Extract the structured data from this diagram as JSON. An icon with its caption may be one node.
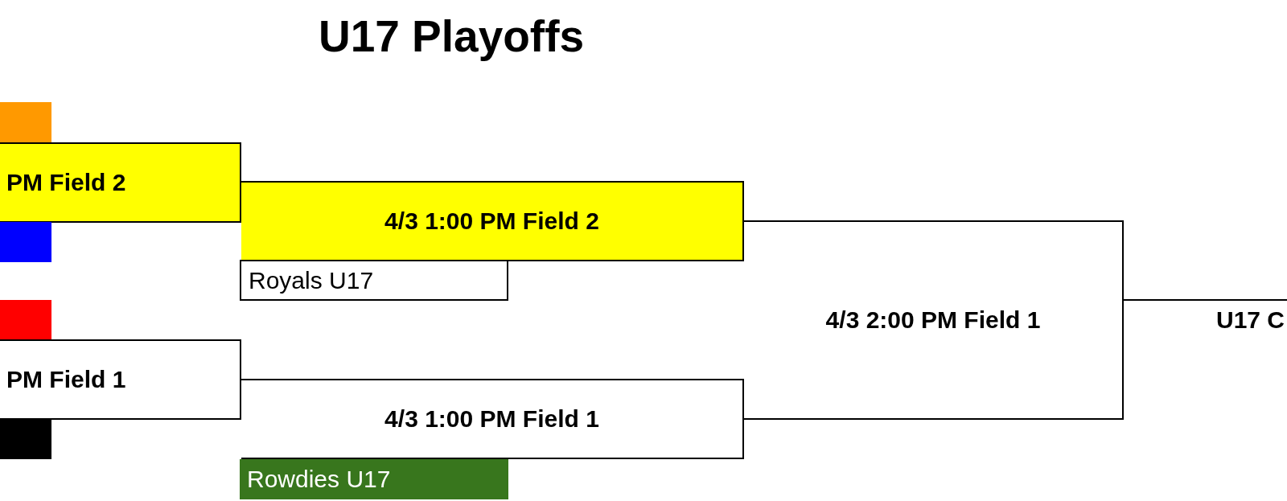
{
  "diagram": {
    "title": "U17 Playoffs",
    "nodes": [
      {
        "text": [],
        "shape": "box"
      },
      {
        "text": [
          "PM Field 2"
        ]
      },
      {
        "text": [],
        "shape": "box"
      },
      {
        "text": [],
        "shape": "box"
      },
      {
        "text": [
          "PM Field 1"
        ]
      },
      {
        "text": [],
        "shape": "box"
      },
      {
        "text": [
          "4/3 1:00 PM Field 2"
        ]
      },
      {
        "text": [
          "Royals U17"
        ]
      },
      {
        "text": [
          "4/3 1:00 PM Field 1"
        ]
      },
      {
        "text": [
          "Rowdies U17"
        ]
      },
      {
        "text": [
          "4/3 2:00 PM Field 1"
        ]
      },
      {
        "text": [
          "U17 C"
        ]
      }
    ]
  }
}
